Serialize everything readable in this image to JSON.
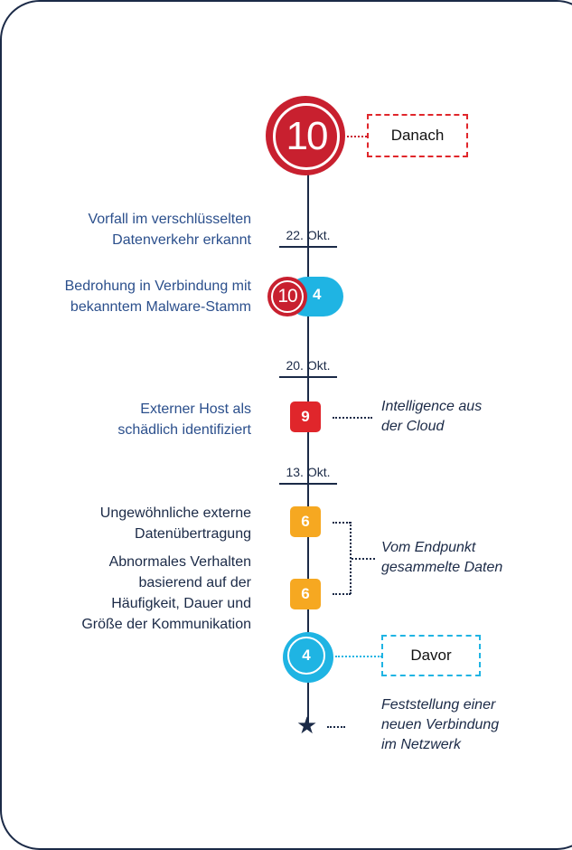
{
  "after_box": {
    "label": "Danach",
    "score": "10",
    "color": "#c8202f"
  },
  "before_box": {
    "label": "Davor",
    "score": "4",
    "color": "#1fb4e3"
  },
  "dates": [
    "22. Okt.",
    "20. Okt.",
    "13. Okt."
  ],
  "events": [
    {
      "text_line1": "Vorfall im verschlüsselten",
      "text_line2": "Datenverkehr erkannt"
    },
    {
      "text_line1": "Bedrohung in Verbindung mit",
      "text_line2": "bekanntem Malware-Stamm",
      "score_red": "10",
      "score_blue": "4"
    },
    {
      "text_line1": "Externer Host als",
      "text_line2": "schädlich identifiziert",
      "score": "9",
      "note_line1": "Intelligence aus",
      "note_line2": "der Cloud"
    },
    {
      "text_line1": "Ungewöhnliche externe",
      "text_line2": "Datenübertragung",
      "score": "6"
    },
    {
      "text_line1": "Abnormales Verhalten",
      "text_line2": "basierend auf der",
      "text_line3": "Häufigkeit, Dauer und",
      "text_line4": "Größe der Kommunikation",
      "score": "6"
    }
  ],
  "endpoint_note": {
    "line1": "Vom Endpunkt",
    "line2": "gesammelte Daten"
  },
  "star_note": {
    "line1": "Feststellung einer",
    "line2": "neuen Verbindung",
    "line3": "im Netzwerk"
  },
  "colors": {
    "navy": "#1b2a47",
    "red": "#c8202f",
    "bright_red": "#e0262b",
    "orange": "#f6a821",
    "blue": "#1fb4e3"
  }
}
